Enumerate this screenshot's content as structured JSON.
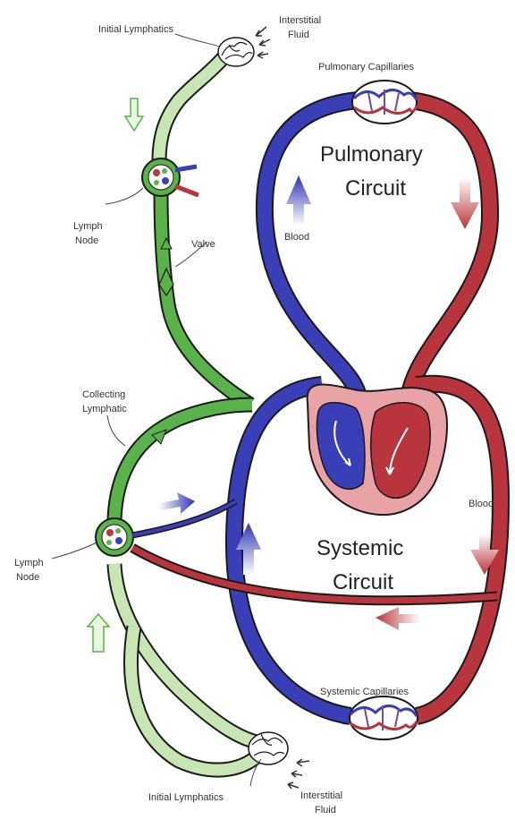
{
  "labels": {
    "initial_lymphatics_top": "Initial Lymphatics",
    "interstitial_top_1": "Interstitial",
    "interstitial_top_2": "Fluid",
    "pulmonary_capillaries": "Pulmonary Capillaries",
    "pulmonary_circuit_1": "Pulmonary",
    "pulmonary_circuit_2": "Circuit",
    "blood_left": "Blood",
    "lymph_node_top_1": "Lymph",
    "lymph_node_top_2": "Node",
    "valve": "Valve",
    "collecting_1": "Collecting",
    "collecting_2": "Lymphatic",
    "blood_right": "Blood",
    "lymph_node_bottom_1": "Lymph",
    "lymph_node_bottom_2": "Node",
    "systemic_circuit_1": "Systemic",
    "systemic_circuit_2": "Circuit",
    "systemic_capillaries": "Systemic Capillaries",
    "initial_lymphatics_bottom": "Initial Lymphatics",
    "interstitial_bottom_1": "Interstitial",
    "interstitial_bottom_2": "Fluid"
  },
  "colors": {
    "deoxygenated": "#3a3fb8",
    "oxygenated": "#b8353d",
    "lymph_dark": "#59b34a",
    "lymph_light": "#c7e6b4",
    "heart_fill": "#e9a3a6"
  }
}
